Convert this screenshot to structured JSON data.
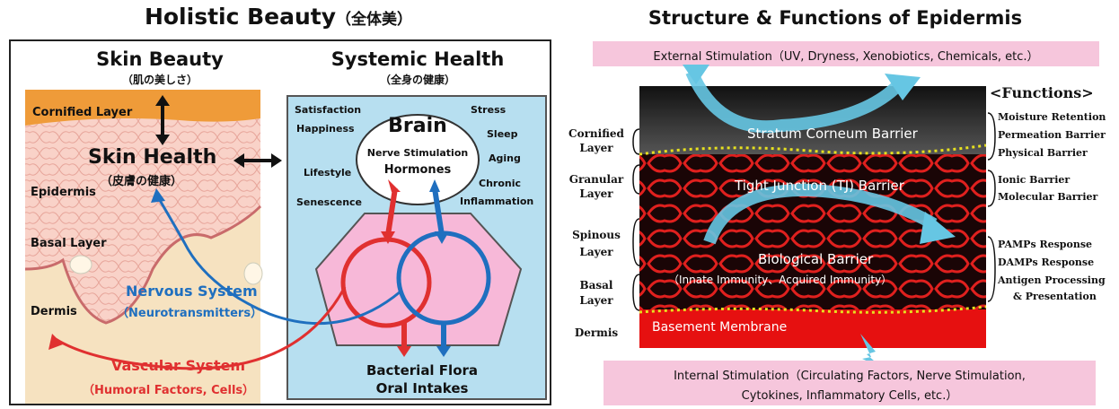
{
  "left": {
    "title": "Holistic Beauty",
    "title_jp": "（全体美）",
    "skin_beauty": {
      "title": "Skin Beauty",
      "title_jp": "（肌の美しさ）"
    },
    "systemic": {
      "title": "Systemic Health",
      "title_jp": "（全身の健康）"
    },
    "skin_labels": {
      "cornified": "Cornified Layer",
      "health": "Skin Health",
      "health_jp": "（皮膚の健康）",
      "epidermis": "Epidermis",
      "basal": "Basal Layer",
      "dermis": "Dermis"
    },
    "nervous": {
      "title": "Nervous System",
      "sub": "（Neurotransmitters）"
    },
    "vascular": {
      "title": "Vascular System",
      "sub": "（Humoral Factors, Cells）"
    },
    "brain": {
      "title": "Brain",
      "line1": "Nerve Stimulation",
      "line2": "Hormones"
    },
    "factors_left": [
      "Satisfaction",
      "Happiness",
      "Lifestyle",
      "Senescence"
    ],
    "factors_right": [
      "Stress",
      "Sleep",
      "Aging",
      "Chronic",
      "Inflammation"
    ],
    "gut": {
      "line1": "Bacterial Flora",
      "line2": "Oral Intakes"
    }
  },
  "right": {
    "title": "Structure & Functions of Epidermis",
    "external": "External Stimulation（UV, Dryness, Xenobiotics, Chemicals, etc.）",
    "internal_line1": "Internal Stimulation（Circulating Factors, Nerve Stimulation,",
    "internal_line2": "Cytokines, Inflammatory Cells, etc.）",
    "functions_header": "<Functions>",
    "layers": {
      "cornified": [
        "Cornified",
        "Layer"
      ],
      "granular": [
        "Granular",
        "Layer"
      ],
      "spinous": [
        "Spinous",
        "Layer"
      ],
      "basal": [
        "Basal",
        "Layer"
      ],
      "dermis": "Dermis"
    },
    "barriers": {
      "stratum": "Stratum Corneum Barrier",
      "tj": "Tight Junction (TJ) Barrier",
      "bio": "Biological Barrier",
      "bio_sub": "（Innate Immunity、Acquired Immunity）",
      "basement": "Basement Membrane"
    },
    "functions": {
      "group1": [
        "Moisture Retention",
        "Permeation Barrier",
        "Physical Barrier"
      ],
      "group2": [
        "Ionic Barrier",
        "Molecular Barrier"
      ],
      "group3": [
        "PAMPs Response",
        "DAMPs Response",
        "Antigen Processing",
        "& Presentation"
      ]
    }
  },
  "colors": {
    "blue": "#1f6fbf",
    "red": "#e03030",
    "panel_blue": "#b7dff0",
    "pink": "#f7b8d8",
    "banner_pink": "#f6c6dc"
  }
}
